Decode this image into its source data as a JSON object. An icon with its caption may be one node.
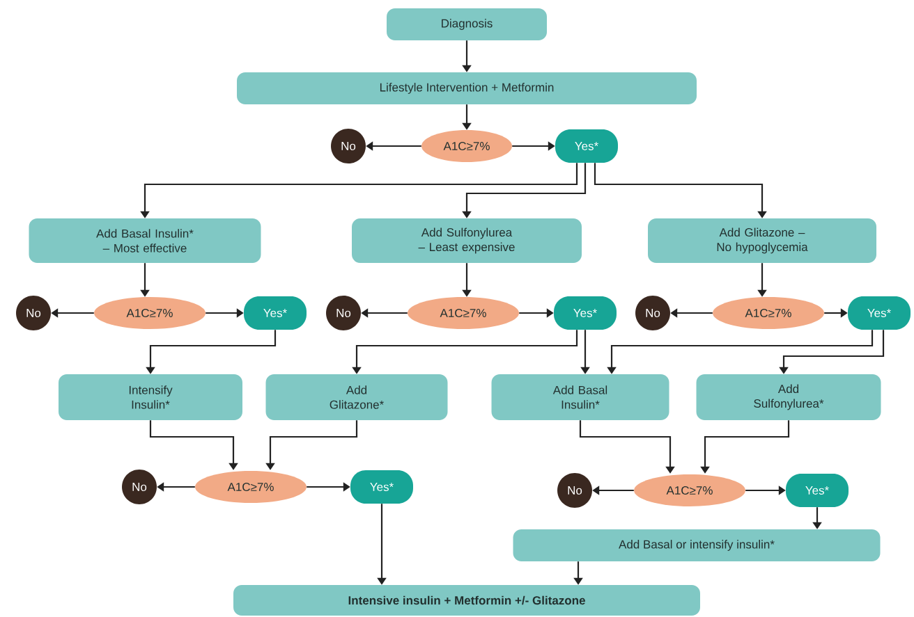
{
  "diagram": {
    "nodes": [
      {
        "text": [
          "Diagnosis"
        ]
      },
      {
        "text": [
          "Lifestyle Intervention + Metformin"
        ]
      },
      {
        "text": [
          "A1C≥7%"
        ]
      },
      {
        "text": [
          "No"
        ]
      },
      {
        "text": [
          "Yes*"
        ]
      },
      {
        "text": [
          "Add Basal Insulin* – Most effective"
        ]
      },
      {
        "text": [
          "Add Sulfonylurea – Least expensive"
        ]
      },
      {
        "text": [
          "Add Glitazone – No hypoglycemia"
        ]
      },
      {
        "text": [
          "No"
        ]
      },
      {
        "text": [
          "A1C≥7%"
        ]
      },
      {
        "text": [
          "Yes*"
        ]
      },
      {
        "text": [
          "No"
        ]
      },
      {
        "text": [
          "A1C≥7%"
        ]
      },
      {
        "text": [
          "Yes*"
        ]
      },
      {
        "text": [
          "No"
        ]
      },
      {
        "text": [
          "A1C≥7%"
        ]
      },
      {
        "text": [
          "Yes*"
        ]
      },
      {
        "text": [
          "Intensify Insulin*"
        ]
      },
      {
        "text": [
          "Add Glitazone*"
        ]
      },
      {
        "text": [
          "Add Basal Insulin*"
        ]
      },
      {
        "text": [
          "Add Sulfonylurea*"
        ]
      },
      {
        "text": [
          "No"
        ]
      },
      {
        "text": [
          "A1C≥7%"
        ]
      },
      {
        "text": [
          "Yes*"
        ]
      },
      {
        "text": [
          "No"
        ]
      },
      {
        "text": [
          "A1C≥7%"
        ]
      },
      {
        "text": [
          "Yes*"
        ]
      },
      {
        "text": [
          "Add Basal or intensify insulin*"
        ]
      },
      {
        "text": [
          "Intensive insulin + Metformin +/- Glitazone"
        ]
      }
    ],
    "edges": [
      {
        "from": 0,
        "to": 1,
        "arrow": "to"
      },
      {
        "from": 1,
        "to": 2,
        "arrow": "to"
      },
      {
        "from": 2,
        "to": 3,
        "arrow": "to"
      },
      {
        "from": 2,
        "to": 4,
        "arrow": "to"
      },
      {
        "from": 4,
        "to": 5,
        "arrow": "to"
      },
      {
        "from": 4,
        "to": 6,
        "arrow": "to"
      },
      {
        "from": 4,
        "to": 7,
        "arrow": "to"
      },
      {
        "from": 5,
        "to": 9,
        "arrow": "to"
      },
      {
        "from": 9,
        "to": 8,
        "arrow": "to"
      },
      {
        "from": 9,
        "to": 10,
        "arrow": "to"
      },
      {
        "from": 6,
        "to": 12,
        "arrow": "to"
      },
      {
        "from": 12,
        "to": 11,
        "arrow": "to"
      },
      {
        "from": 12,
        "to": 13,
        "arrow": "to"
      },
      {
        "from": 7,
        "to": 15,
        "arrow": "to"
      },
      {
        "from": 15,
        "to": 14,
        "arrow": "to"
      },
      {
        "from": 15,
        "to": 16,
        "arrow": "to"
      },
      {
        "from": 10,
        "to": 17,
        "arrow": "to"
      },
      {
        "from": 13,
        "to": 18,
        "arrow": "to"
      },
      {
        "from": 13,
        "to": 19,
        "arrow": "to"
      },
      {
        "from": 16,
        "to": 19,
        "arrow": "to"
      },
      {
        "from": 16,
        "to": 20,
        "arrow": "to"
      },
      {
        "from": 17,
        "to": 22,
        "arrow": "to"
      },
      {
        "from": 18,
        "to": 22,
        "arrow": "to"
      },
      {
        "from": 22,
        "to": 21,
        "arrow": "to"
      },
      {
        "from": 22,
        "to": 23,
        "arrow": "to"
      },
      {
        "from": 19,
        "to": 25,
        "arrow": "to"
      },
      {
        "from": 20,
        "to": 25,
        "arrow": "to"
      },
      {
        "from": 25,
        "to": 24,
        "arrow": "to"
      },
      {
        "from": 25,
        "to": 26,
        "arrow": "to"
      },
      {
        "from": 26,
        "to": 27,
        "arrow": "to"
      },
      {
        "from": 23,
        "to": 28,
        "arrow": "to"
      },
      {
        "from": 27,
        "to": 28,
        "arrow": "to"
      }
    ]
  }
}
